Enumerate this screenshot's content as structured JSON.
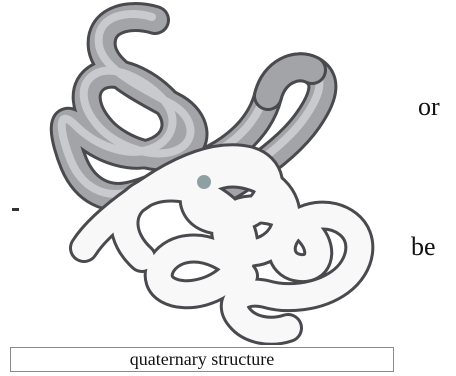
{
  "figure": {
    "caption": "quaternary structure",
    "side_text_top": "or",
    "side_text_bottom": "be",
    "chain_colors": {
      "gray_fill": "#a3a4a8",
      "gray_outline": "#4a4a4e",
      "white_fill": "#f8f8f8",
      "white_outline": "#4a4a4e",
      "shadow": "#cfd0d4",
      "contact_dot": "#8fa0a3"
    }
  }
}
